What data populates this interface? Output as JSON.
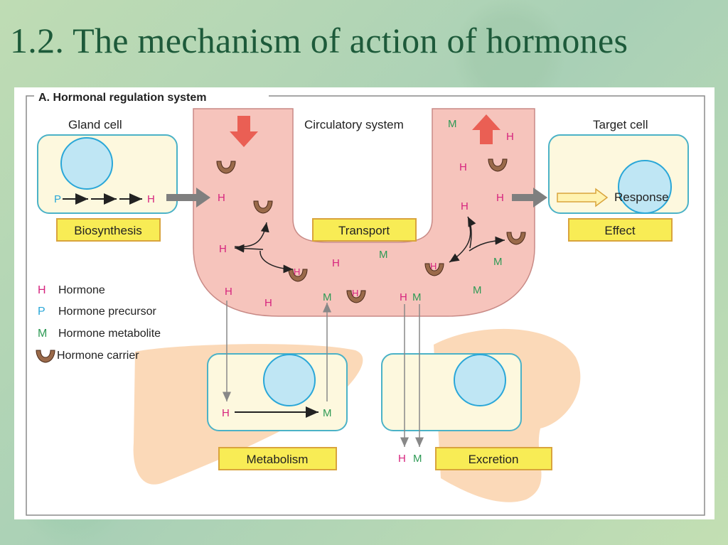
{
  "slide_title": "1.2. The mechanism of action of hormones",
  "section_title": "A. Hormonal regulation system",
  "labels": {
    "gland_cell": "Gland cell",
    "circulatory_system": "Circulatory system",
    "target_cell": "Target cell",
    "response": "Response"
  },
  "boxes": {
    "biosynthesis": "Biosynthesis",
    "transport": "Transport",
    "effect": "Effect",
    "metabolism": "Metabolism",
    "excretion": "Excretion"
  },
  "symbols": {
    "H": "H",
    "P": "P",
    "M": "M"
  },
  "legend": [
    {
      "symbol": "H",
      "text": "Hormone",
      "color": "#d6247e"
    },
    {
      "symbol": "P",
      "text": "Hormone precursor",
      "color": "#2aa7d8"
    },
    {
      "symbol": "M",
      "text": "Hormone metabolite",
      "color": "#2e9a55"
    },
    {
      "symbol": "carrier",
      "text": "Hormone carrier",
      "color": "#9a6a4a"
    }
  ],
  "colors": {
    "hormone": "#d6247e",
    "precursor": "#2aa7d8",
    "metabolite": "#2e9a55",
    "vessel": "#f6c4bc",
    "cell_fill": "#fdf8de",
    "cell_border": "#4bb2c7",
    "nucleus": "#bfe6f4",
    "label_box": "#f8ec55",
    "organ": "#fbd9b8",
    "title": "#1d5a3a"
  }
}
